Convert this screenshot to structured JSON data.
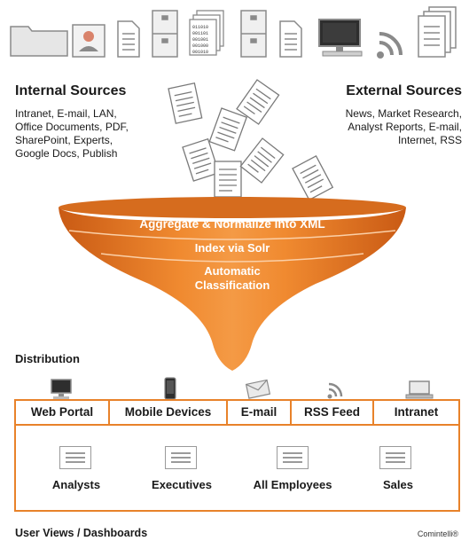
{
  "internal": {
    "title": "Internal Sources",
    "lines": [
      "Intranet, E-mail, LAN,",
      "Office Documents, PDF,",
      "SharePoint, Experts,",
      "Google Docs, Publish"
    ]
  },
  "external": {
    "title": "External Sources",
    "lines": [
      "News, Market Research,",
      "Analyst Reports, E-mail,",
      "Internet, RSS"
    ]
  },
  "funnel": {
    "stage1": "Aggregate & Normalize into XML",
    "stage2": "Index via Solr",
    "stage3_line1": "Automatic",
    "stage3_line2": "Classification"
  },
  "distribution": {
    "title": "Distribution",
    "channels": [
      "Web Portal",
      "Mobile Devices",
      "E-mail",
      "RSS Feed",
      "Intranet"
    ]
  },
  "users": {
    "groups": [
      "Analysts",
      "Executives",
      "All Employees",
      "Sales"
    ],
    "footer_title": "User Views / Dashboards"
  },
  "brand": "Comintelli®",
  "colors": {
    "accent": "#e8822a",
    "accent_dark": "#d4661a",
    "icon_gray": "#8a8a8a"
  },
  "icons": [
    "folder-icon",
    "person-card-icon",
    "document-icon",
    "file-cabinet-icon",
    "binary-data-icon",
    "file-cabinet-icon",
    "document-icon",
    "monitor-icon",
    "rss-icon",
    "stacked-documents-icon"
  ]
}
